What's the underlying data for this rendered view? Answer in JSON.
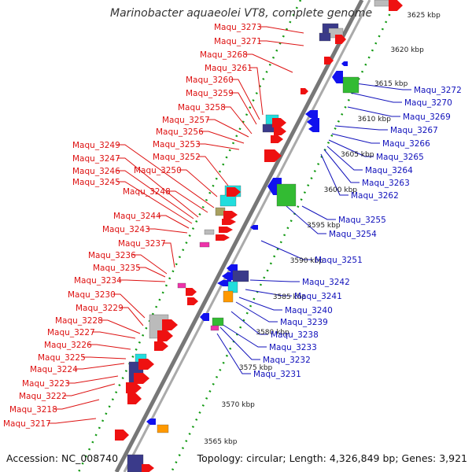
{
  "title": "Marinobacter aquaeolei VT8, complete genome",
  "accession": "Accession: NC_008740",
  "summary": "Topology: circular; Length: 4,326,849 bp; Genes: 3,921",
  "colors": {
    "left_label": "#dd1111",
    "right_label": "#1111bb",
    "backbone": "#777777",
    "tick": "#119911",
    "gene_red": "#ee1111",
    "gene_blue": "#1111ee",
    "gene_navy": "#3a3a8a",
    "gene_cyan": "#22dddd",
    "gene_green": "#33bb33",
    "gene_olive": "#a8a060",
    "gene_orange": "#ff9900",
    "gene_magenta": "#ee33aa",
    "gene_gray": "#bbbbbb"
  },
  "scale_ticks": [
    "3625 kbp",
    "3620 kbp",
    "3615 kbp",
    "3610 kbp",
    "3605 kbp",
    "3600 kbp",
    "3595 kbp",
    "3590 kbp",
    "3585 kbp",
    "3580 kbp",
    "3575 kbp",
    "3570 kbp",
    "3565 kbp"
  ],
  "left_genes": [
    "Maqu_3273",
    "Maqu_3271",
    "Maqu_3268",
    "Maqu_3261",
    "Maqu_3260",
    "Maqu_3259",
    "Maqu_3258",
    "Maqu_3257",
    "Maqu_3256",
    "Maqu_3253",
    "Maqu_3252",
    "Maqu_3250",
    "Maqu_3249",
    "Maqu_3247",
    "Maqu_3246",
    "Maqu_3245",
    "Maqu_3248",
    "Maqu_3244",
    "Maqu_3243",
    "Maqu_3237",
    "Maqu_3236",
    "Maqu_3235",
    "Maqu_3234",
    "Maqu_3230",
    "Maqu_3229",
    "Maqu_3228",
    "Maqu_3227",
    "Maqu_3226",
    "Maqu_3225",
    "Maqu_3224",
    "Maqu_3223",
    "Maqu_3222",
    "Maqu_3218",
    "Maqu_3217"
  ],
  "right_genes": [
    "Maqu_3272",
    "Maqu_3270",
    "Maqu_3269",
    "Maqu_3267",
    "Maqu_3266",
    "Maqu_3265",
    "Maqu_3264",
    "Maqu_3263",
    "Maqu_3262",
    "Maqu_3255",
    "Maqu_3254",
    "Maqu_3251",
    "Maqu_3242",
    "Maqu_3241",
    "Maqu_3240",
    "Maqu_3239",
    "Maqu_3238",
    "Maqu_3233",
    "Maqu_3232",
    "Maqu_3231"
  ]
}
